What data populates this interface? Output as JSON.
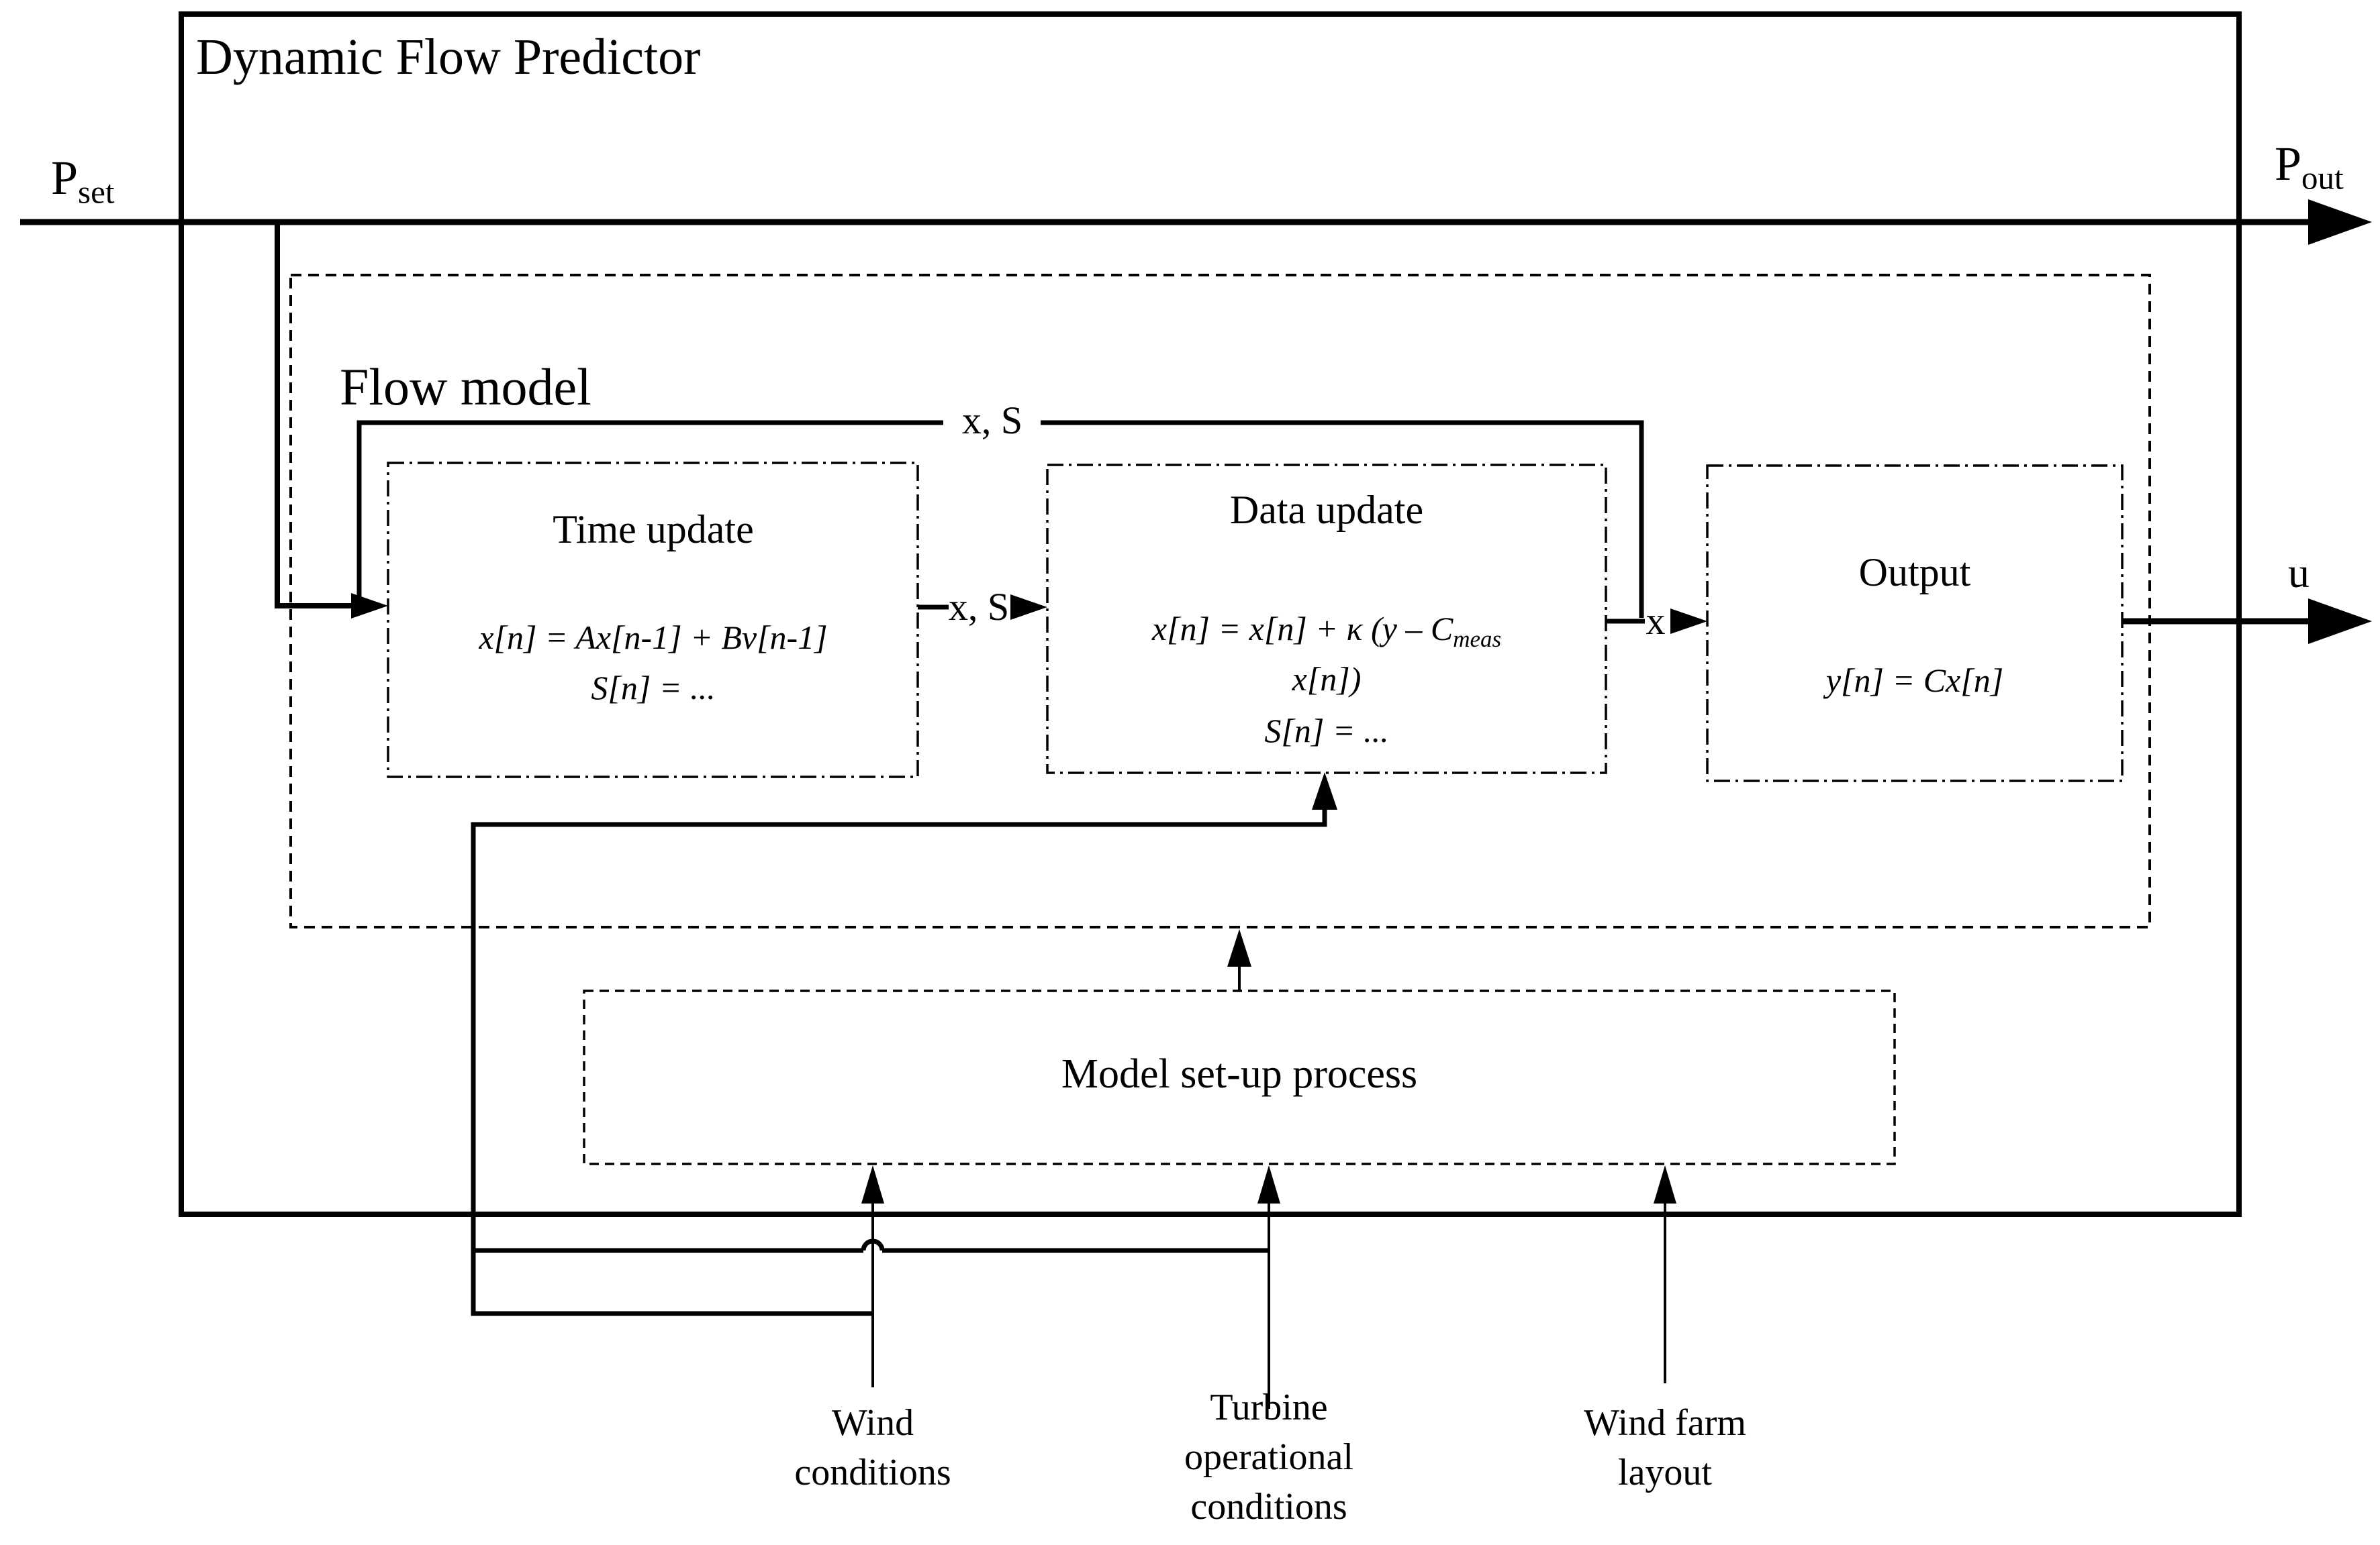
{
  "title": "Dynamic Flow Predictor",
  "io": {
    "p_set": {
      "base": "P",
      "sub": "set"
    },
    "p_out": {
      "base": "P",
      "sub": "out"
    },
    "u_label": "u"
  },
  "flow_model": {
    "title": "Flow model"
  },
  "time_update": {
    "title": "Time update",
    "eq1": "x[n] = Ax[n-1] + Bv[n-1]",
    "eq2": "S[n] = ..."
  },
  "data_update": {
    "title": "Data update",
    "eq1_pre": "x[n] = x[n] + κ (y – C",
    "eq1_sub": "meas",
    "eq2": "x[n])",
    "eq3": "S[n] = ..."
  },
  "output_block": {
    "title": "Output",
    "eq1": "y[n] = Cx[n]"
  },
  "model_setup": {
    "title": "Model set-up process"
  },
  "signals": {
    "feedback": "x, S",
    "time_to_data": "x, S",
    "data_to_output": "x"
  },
  "inputs": {
    "wind": [
      "Wind",
      "conditions"
    ],
    "turbine": [
      "Turbine",
      "operational",
      "conditions"
    ],
    "layout": [
      "Wind farm",
      "layout"
    ]
  },
  "colors": {
    "ink": "#000000",
    "paper": "#ffffff"
  }
}
